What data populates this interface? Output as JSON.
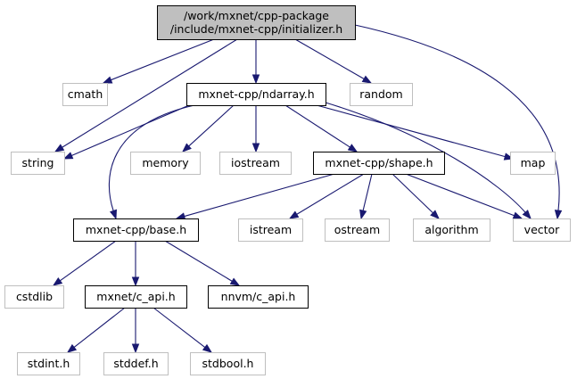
{
  "colors": {
    "edge": "#191970",
    "root_fill": "#bfbfbf",
    "root_border": "#000000",
    "documented_border": "#000000",
    "undocumented_border": "#bfbfbf",
    "node_fill": "#ffffff"
  },
  "nodes": {
    "initializer": {
      "lines": [
        "/work/mxnet/cpp-package",
        "/include/mxnet-cpp/initializer.h"
      ],
      "kind": "root"
    },
    "cmath": {
      "lines": [
        "cmath"
      ],
      "kind": "system"
    },
    "ndarray": {
      "lines": [
        "mxnet-cpp/ndarray.h"
      ],
      "kind": "local"
    },
    "random": {
      "lines": [
        "random"
      ],
      "kind": "system"
    },
    "string": {
      "lines": [
        "string"
      ],
      "kind": "system"
    },
    "memory": {
      "lines": [
        "memory"
      ],
      "kind": "system"
    },
    "iostream": {
      "lines": [
        "iostream"
      ],
      "kind": "system"
    },
    "shape": {
      "lines": [
        "mxnet-cpp/shape.h"
      ],
      "kind": "local"
    },
    "map": {
      "lines": [
        "map"
      ],
      "kind": "system"
    },
    "base": {
      "lines": [
        "mxnet-cpp/base.h"
      ],
      "kind": "local"
    },
    "istream": {
      "lines": [
        "istream"
      ],
      "kind": "system"
    },
    "ostream": {
      "lines": [
        "ostream"
      ],
      "kind": "system"
    },
    "algorithm": {
      "lines": [
        "algorithm"
      ],
      "kind": "system"
    },
    "vector": {
      "lines": [
        "vector"
      ],
      "kind": "system"
    },
    "cstdlib": {
      "lines": [
        "cstdlib"
      ],
      "kind": "system"
    },
    "c_api": {
      "lines": [
        "mxnet/c_api.h"
      ],
      "kind": "local"
    },
    "nnvm": {
      "lines": [
        "nnvm/c_api.h"
      ],
      "kind": "local"
    },
    "stdint": {
      "lines": [
        "stdint.h"
      ],
      "kind": "system"
    },
    "stddef": {
      "lines": [
        "stddef.h"
      ],
      "kind": "system"
    },
    "stdbool": {
      "lines": [
        "stdbool.h"
      ],
      "kind": "system"
    }
  },
  "edges": [
    {
      "from": "initializer",
      "to": "cmath"
    },
    {
      "from": "initializer",
      "to": "ndarray"
    },
    {
      "from": "initializer",
      "to": "random"
    },
    {
      "from": "initializer",
      "to": "string"
    },
    {
      "from": "initializer",
      "to": "vector"
    },
    {
      "from": "ndarray",
      "to": "string"
    },
    {
      "from": "ndarray",
      "to": "memory"
    },
    {
      "from": "ndarray",
      "to": "iostream"
    },
    {
      "from": "ndarray",
      "to": "shape"
    },
    {
      "from": "ndarray",
      "to": "map"
    },
    {
      "from": "ndarray",
      "to": "vector"
    },
    {
      "from": "ndarray",
      "to": "base"
    },
    {
      "from": "shape",
      "to": "base"
    },
    {
      "from": "shape",
      "to": "istream"
    },
    {
      "from": "shape",
      "to": "ostream"
    },
    {
      "from": "shape",
      "to": "algorithm"
    },
    {
      "from": "shape",
      "to": "vector"
    },
    {
      "from": "base",
      "to": "cstdlib"
    },
    {
      "from": "base",
      "to": "c_api"
    },
    {
      "from": "base",
      "to": "nnvm"
    },
    {
      "from": "c_api",
      "to": "stdint"
    },
    {
      "from": "c_api",
      "to": "stddef"
    },
    {
      "from": "c_api",
      "to": "stdbool"
    }
  ]
}
